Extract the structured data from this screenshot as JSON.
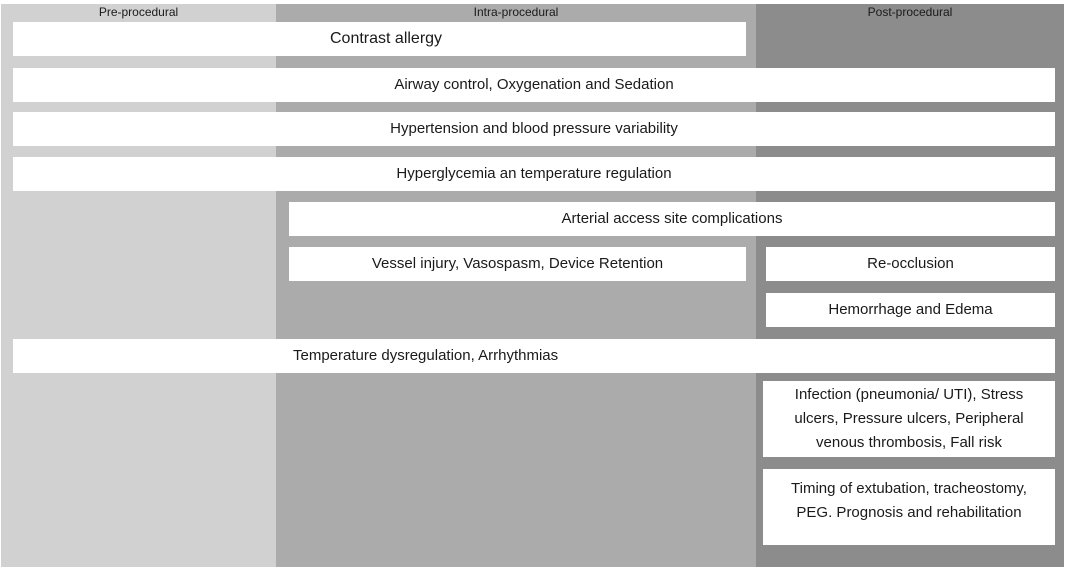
{
  "columns": {
    "pre": "Pre-procedural",
    "intra": "Intra-procedural",
    "post": "Post-procedural"
  },
  "boxes": {
    "contrast_allergy": "Contrast allergy",
    "airway": "Airway control, Oxygenation and Sedation",
    "hypertension": "Hypertension and blood pressure variability",
    "hyperglycemia": "Hyperglycemia an temperature regulation",
    "arterial_access": "Arterial access site complications",
    "vessel_injury": "Vessel injury, Vasospasm, Device Retention",
    "reocclusion": "Re-occlusion",
    "hemorrhage": "Hemorrhage and Edema",
    "temperature": "Temperature dysregulation, Arrhythmias",
    "infection": "Infection (pneumonia/ UTI), Stress ulcers, Pressure ulcers, Peripheral venous thrombosis, Fall risk",
    "extubation": "Timing of extubation, tracheostomy, PEG.  Prognosis and rehabilitation"
  },
  "colors": {
    "pre": "#d1d1d1",
    "intra": "#ababab",
    "post": "#8c8c8c",
    "box": "#ffffff"
  }
}
